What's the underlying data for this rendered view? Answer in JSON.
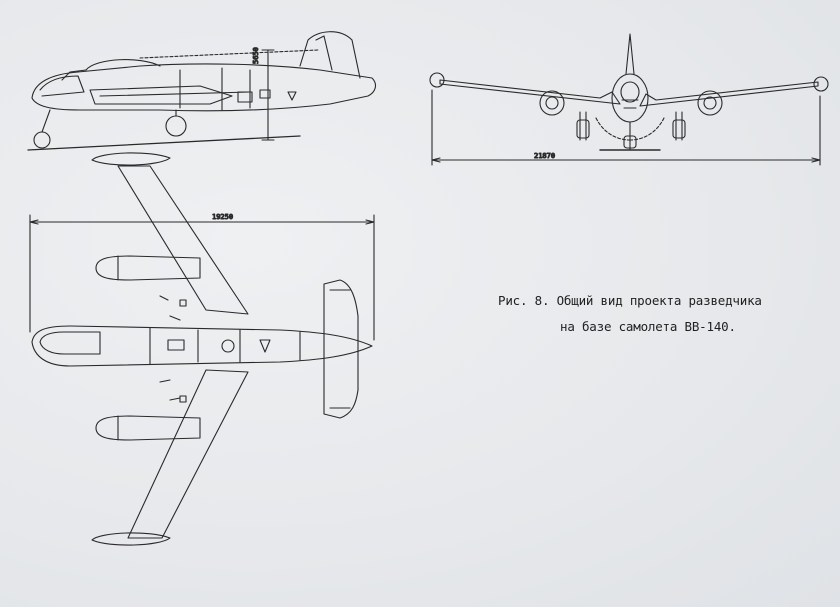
{
  "caption": {
    "line1": "Рис. 8. Общий вид проекта разведчика",
    "line2": "на базе самолета ВВ-140."
  },
  "dimensions": {
    "front_span": "21870",
    "top_span": "19250",
    "side_height": "5650"
  },
  "colors": {
    "paper": "#e9ebee",
    "ink": "#2a2a2a"
  }
}
